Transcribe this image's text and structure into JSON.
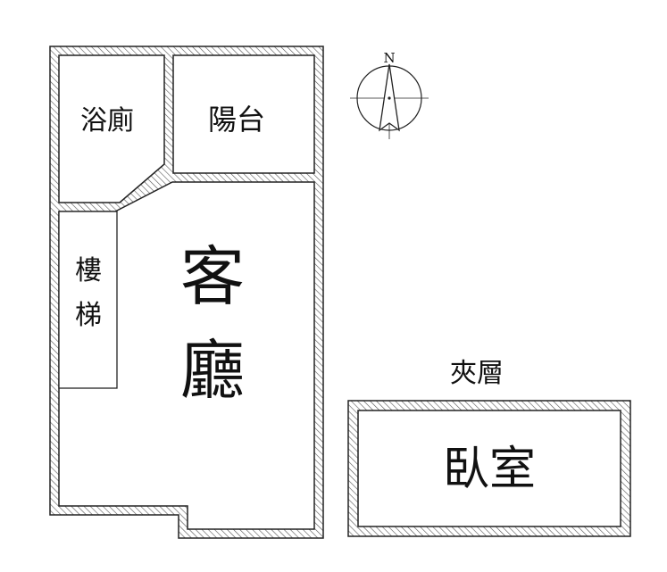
{
  "rooms": {
    "bathroom": "浴廁",
    "balcony": "陽台",
    "living_room_line1": "客",
    "living_room_line2": "廳",
    "stairs_line1": "樓",
    "stairs_line2": "梯",
    "mezzanine_title": "夾層",
    "bedroom": "臥室"
  },
  "compass": {
    "north_label": "N"
  },
  "colors": {
    "wall_stroke": "#222222",
    "hatch": "#555555",
    "background": "#ffffff"
  }
}
